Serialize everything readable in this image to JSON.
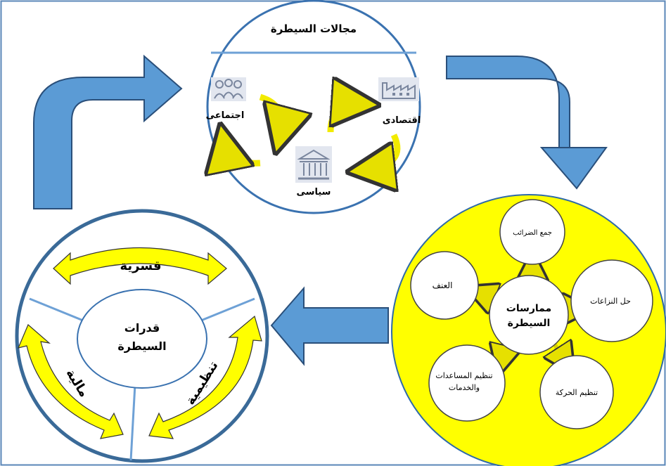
{
  "top_circle": {
    "title": "مجالات السيطرة",
    "domains": [
      {
        "label": "اجتماعى",
        "icon": "people-group-icon"
      },
      {
        "label": "اقتصادى",
        "icon": "factory-icon"
      },
      {
        "label": "سياسى",
        "icon": "government-building-icon"
      }
    ]
  },
  "practices_circle": {
    "center": [
      "ممارسات",
      "السيطرة"
    ],
    "items": [
      {
        "lines": [
          "جمع الضرائب"
        ]
      },
      {
        "lines": [
          "حل النزاعات"
        ]
      },
      {
        "lines": [
          "تنظيم الحركة"
        ]
      },
      {
        "lines": [
          "تنظيم المساعدات",
          "والخدمات"
        ]
      },
      {
        "lines": [
          "العنف"
        ]
      }
    ]
  },
  "capabilities_circle": {
    "center": [
      "قدرات",
      "السيطرة"
    ],
    "segments": [
      {
        "label": "قسرية"
      },
      {
        "label": "تنظيمية"
      },
      {
        "label": "مالية"
      }
    ]
  },
  "colors": {
    "arrow_blue": "#5b9bd5",
    "arrow_blue_dark": "#3a6fa8",
    "ring_blue": "#2e6aa8",
    "yellow": "#ffff00",
    "yellow_arrow": "#f7f20a"
  }
}
